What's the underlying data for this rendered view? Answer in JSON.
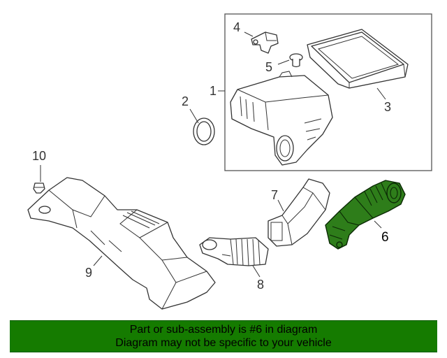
{
  "diagram": {
    "callouts": [
      "1",
      "2",
      "3",
      "4",
      "5",
      "6",
      "7",
      "8",
      "9",
      "10"
    ],
    "highlighted_part": "6",
    "highlight_color": "#2e7d1a"
  },
  "footer": {
    "line1": "Part or sub-assembly is #6 in diagram",
    "line2": "Diagram may not be specific to your vehicle",
    "background": "#157b00"
  }
}
